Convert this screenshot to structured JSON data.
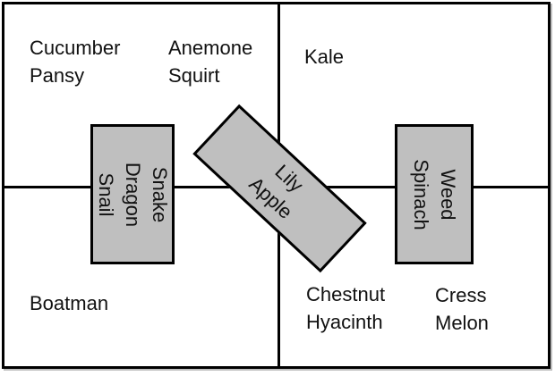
{
  "colors": {
    "background": "#ffffff",
    "line": "#000000",
    "box_fill": "#bfbfbf",
    "text": "#111111"
  },
  "quadrants": {
    "top_left": {
      "label1": "Cucumber\nPansy",
      "label2": "Anemone\nSquirt"
    },
    "top_right": {
      "label1": "Kale"
    },
    "bottom_left": {
      "label1": "Boatman"
    },
    "bottom_right": {
      "label1": "Chestnut\nHyacinth",
      "label2": "Cress\nMelon"
    }
  },
  "boxes": {
    "left": {
      "label": "Snake\nDragon\nSnail",
      "rotation": "90deg"
    },
    "center": {
      "label": "Lily\nApple",
      "rotation": "43deg"
    },
    "right": {
      "label": "Weed\nSpinach",
      "rotation": "90deg"
    }
  }
}
